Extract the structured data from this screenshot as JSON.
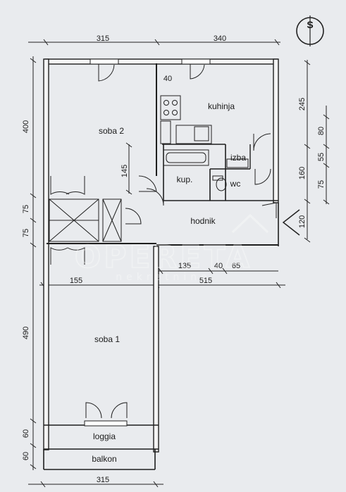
{
  "compass": {
    "letter": "S"
  },
  "rooms": {
    "soba2": "soba 2",
    "kuhinja": "kuhinja",
    "izba": "izba",
    "kupaonica": "kup.",
    "wc": "wc",
    "hodnik": "hodnik",
    "soba1": "soba 1",
    "loggia": "loggia",
    "balkon": "balkon"
  },
  "dimensions": {
    "top_left": "315",
    "top_right": "340",
    "niche": "40",
    "left_soba2": "400",
    "left_upper_75": "75",
    "left_lower_75": "75",
    "left_soba1": "490",
    "left_loggia": "60",
    "left_balkon": "60",
    "inner_145": "145",
    "right_245": "245",
    "right_80": "80",
    "right_55": "55",
    "right_160": "160",
    "right_75": "75",
    "right_120": "120",
    "mid_135": "135",
    "mid_40": "40",
    "mid_65": "65",
    "mid_155": "155",
    "mid_515": "515",
    "bottom": "315"
  },
  "watermark": {
    "brand": "OPERETA",
    "sub": "nekretnine"
  }
}
